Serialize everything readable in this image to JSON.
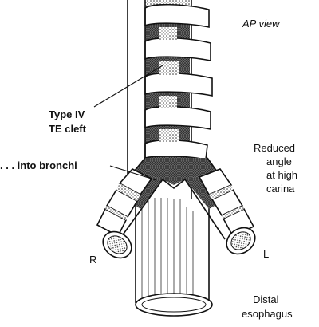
{
  "labels": {
    "view": "AP view",
    "cleft_line1": "Type IV",
    "cleft_line2": "TE cleft",
    "bronchi": ". . . into bronchi",
    "angle_line1": "Reduced",
    "angle_line2": "angle",
    "angle_line3": "at high",
    "angle_line4": "carina",
    "right": "R",
    "left": "L",
    "esophagus_line1": "Distal",
    "esophagus_line2": "esophagus"
  }
}
